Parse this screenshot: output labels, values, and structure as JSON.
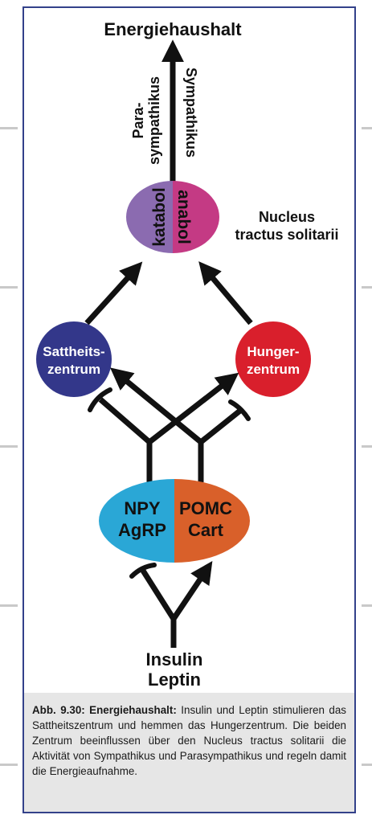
{
  "figure": {
    "top_label": "Energiehaushalt",
    "left_branch_label_line1": "Para-",
    "left_branch_label_line2": "sympathikus",
    "right_branch_label": "Sympathikus",
    "nts": {
      "left_half": "katabol",
      "right_half": "anabol",
      "left_color": "#8b6bb0",
      "right_color": "#c43a84"
    },
    "nts_label_line1": "Nucleus",
    "nts_label_line2": "tractus solitarii",
    "satiety_line1": "Sattheits-",
    "satiety_line2": "zentrum",
    "satiety_color": "#33378a",
    "hunger_line1": "Hunger-",
    "hunger_line2": "zentrum",
    "hunger_color": "#d91f2c",
    "arcuate": {
      "left_line1": "NPY",
      "left_line2": "AgRP",
      "left_color": "#2aa7d6",
      "right_line1": "POMC",
      "right_line2": "Cart",
      "right_color": "#d9602a"
    },
    "input_line1": "Insulin",
    "input_line2": "Leptin"
  },
  "caption": {
    "heading": "Abb. 9.30: Energiehaushalt:",
    "text": "Insulin und Leptin stimulieren das Sattheitszentrum und hemmen das Hungerzentrum. Die beiden Zentrum beeinflussen über den Nucleus tractus solitarii die Aktivität von Sympathikus und Parasympathikus und regeln damit die Energieaufnahme."
  },
  "colors": {
    "frame": "#33418a",
    "caption_bg": "#e6e6e6",
    "arrows": "#111111"
  }
}
